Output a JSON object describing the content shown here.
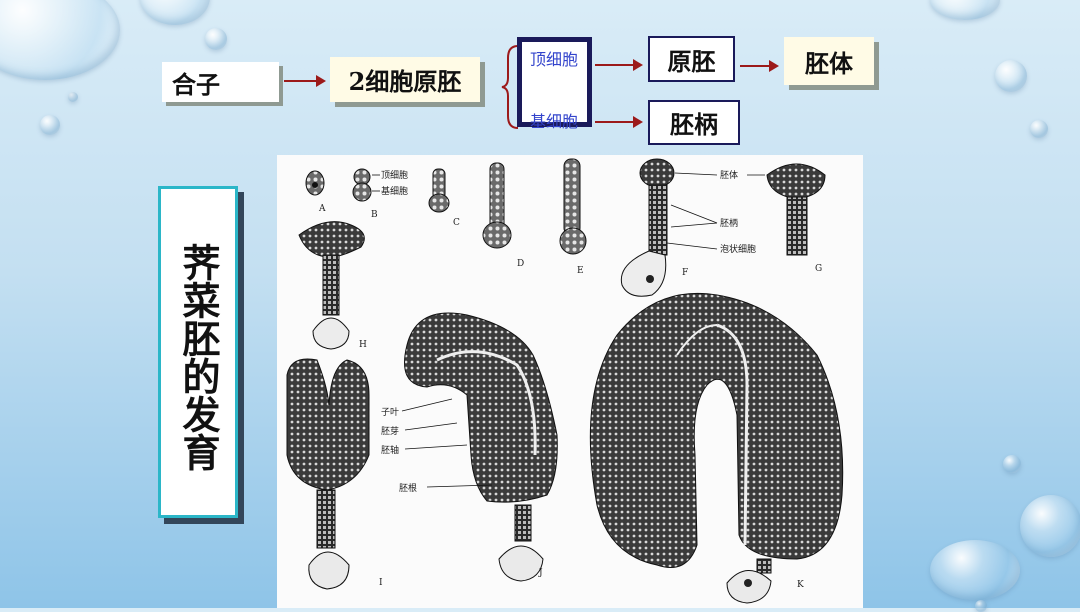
{
  "flow": {
    "zygote": "合子",
    "two_cell": "2细胞原胚",
    "apical_cell": "顶细胞",
    "basal_cell": "基细胞",
    "proembryo": "原胚",
    "embryo_proper": "胚体",
    "suspensor": "胚柄"
  },
  "panel_title": "荠菜胚的发育",
  "figure": {
    "stage_labels": [
      "A",
      "B",
      "C",
      "D",
      "E",
      "F",
      "G",
      "H",
      "I",
      "J",
      "K"
    ],
    "annotations": {
      "apical": "顶细胞",
      "basal": "基细胞",
      "embryo_body": "胚体",
      "suspensor": "胚柄",
      "vesicular_cell": "泡状细胞",
      "cotyledon": "子叶",
      "plumule": "胚芽",
      "hypocotyl": "胚轴",
      "radicle": "胚根"
    }
  },
  "colors": {
    "arrow": "#9c1a1a",
    "panel_border": "#2bb6c8",
    "branch_box": "#1a1a5a",
    "branch_text": "#3344cc"
  }
}
